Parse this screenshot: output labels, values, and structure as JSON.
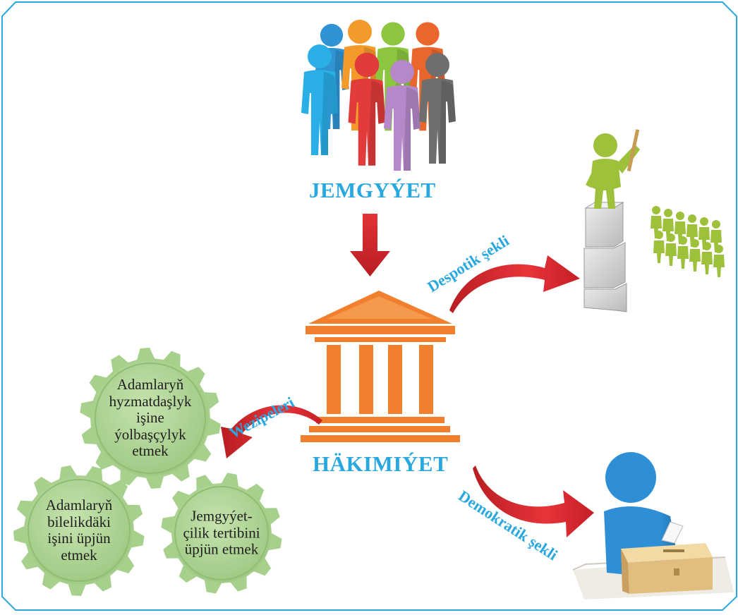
{
  "labels": {
    "society": "JEMGYÝET",
    "power": "HÄKIMIÝET",
    "despotic": "Despotik şekli",
    "democratic": "Demokratik şekli",
    "functions": "Wezipeleri"
  },
  "gears": [
    {
      "text": "Adamlaryň\nhyzmatdaşlyk\nişine\nýolbaşçylyk\netmek"
    },
    {
      "text": "Adamlaryň\nbilelikdäki\nişini üpjün\netmek"
    },
    {
      "text": "Jemgyýet-\nçilik tertibini\nüpjün etmek"
    }
  ],
  "colors": {
    "frame": "#29a8e0",
    "label": "#29a8e0",
    "arrow": "#d9262b",
    "gear_fill": "#a8d08d",
    "gear_inner": "#c3e0ab",
    "building": "#f07f2e",
    "despot_figure": "#9dc13b",
    "block": "#d0d0d0",
    "voter": "#2e8fd6",
    "ballot_box": "#e2be7e"
  },
  "people_colors": [
    "#2f93d4",
    "#f39a2b",
    "#8cc63f",
    "#e9662c",
    "#29aee6",
    "#e23b3b",
    "#b688c9",
    "#6e6e6e"
  ]
}
